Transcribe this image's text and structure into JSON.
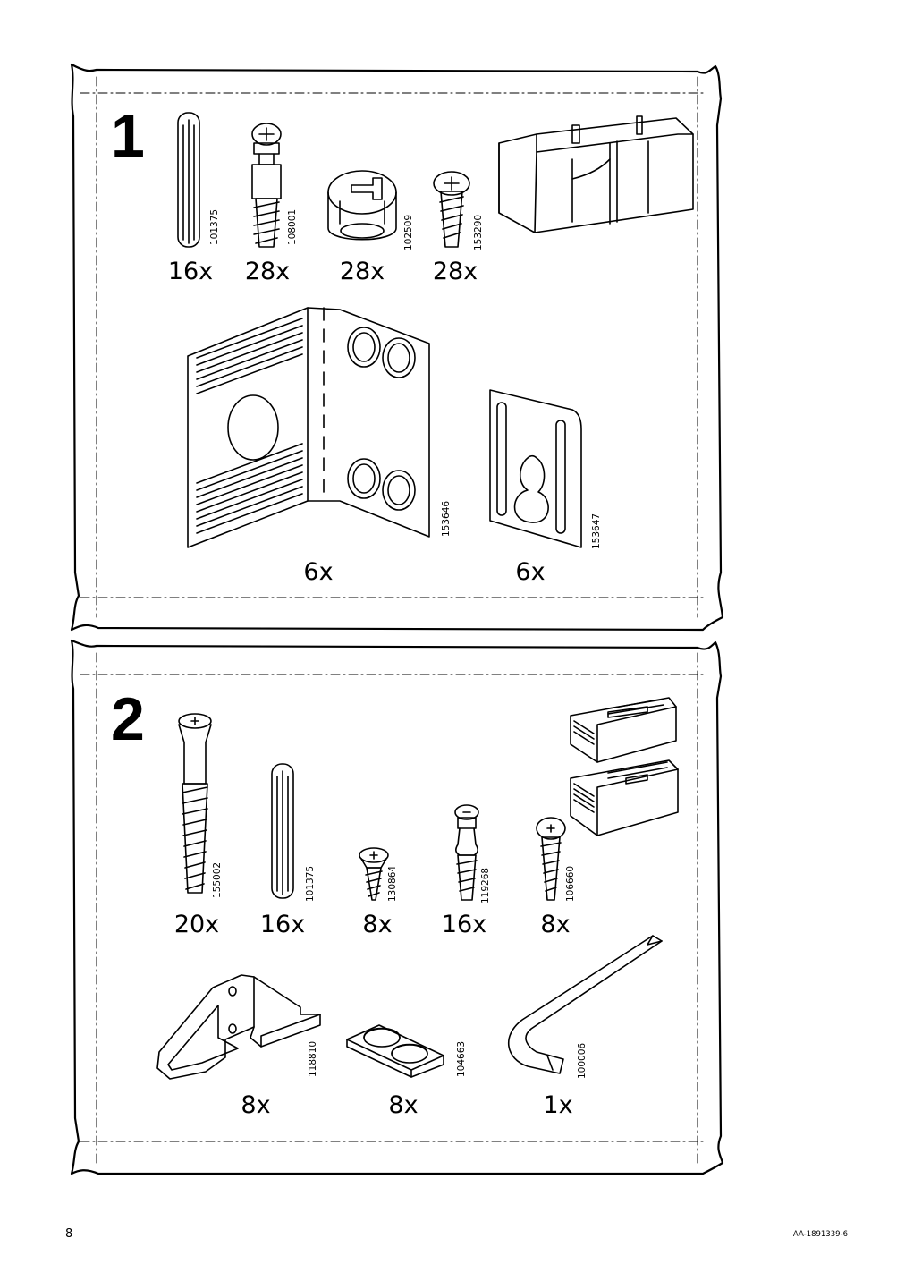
{
  "steps": [
    {
      "number": "1",
      "parts_row1": [
        {
          "name": "dowel",
          "code": "101375",
          "qty": "16x"
        },
        {
          "name": "cam-bolt",
          "code": "108001",
          "qty": "28x"
        },
        {
          "name": "cam-lock",
          "code": "102509",
          "qty": "28x"
        },
        {
          "name": "screw",
          "code": "153290",
          "qty": "28x"
        }
      ],
      "parts_row2": [
        {
          "name": "corner-bracket",
          "code": "153646",
          "qty": "6x"
        },
        {
          "name": "hanging-plate",
          "code": "153647",
          "qty": "6x"
        }
      ]
    },
    {
      "number": "2",
      "parts_row1": [
        {
          "name": "long-screw",
          "code": "155002",
          "qty": "20x"
        },
        {
          "name": "dowel",
          "code": "101375",
          "qty": "16x"
        },
        {
          "name": "short-screw",
          "code": "130864",
          "qty": "8x"
        },
        {
          "name": "shelf-pin-screw",
          "code": "119268",
          "qty": "16x"
        },
        {
          "name": "wood-screw",
          "code": "106660",
          "qty": "8x"
        }
      ],
      "parts_row2": [
        {
          "name": "drawer-bracket",
          "code": "118810",
          "qty": "8x"
        },
        {
          "name": "bumper-pads",
          "code": "104663",
          "qty": "8x"
        },
        {
          "name": "allen-key",
          "code": "100006",
          "qty": "1x"
        }
      ]
    }
  ],
  "footer": {
    "page_number": "8",
    "document_id": "AA-1891339-6"
  }
}
